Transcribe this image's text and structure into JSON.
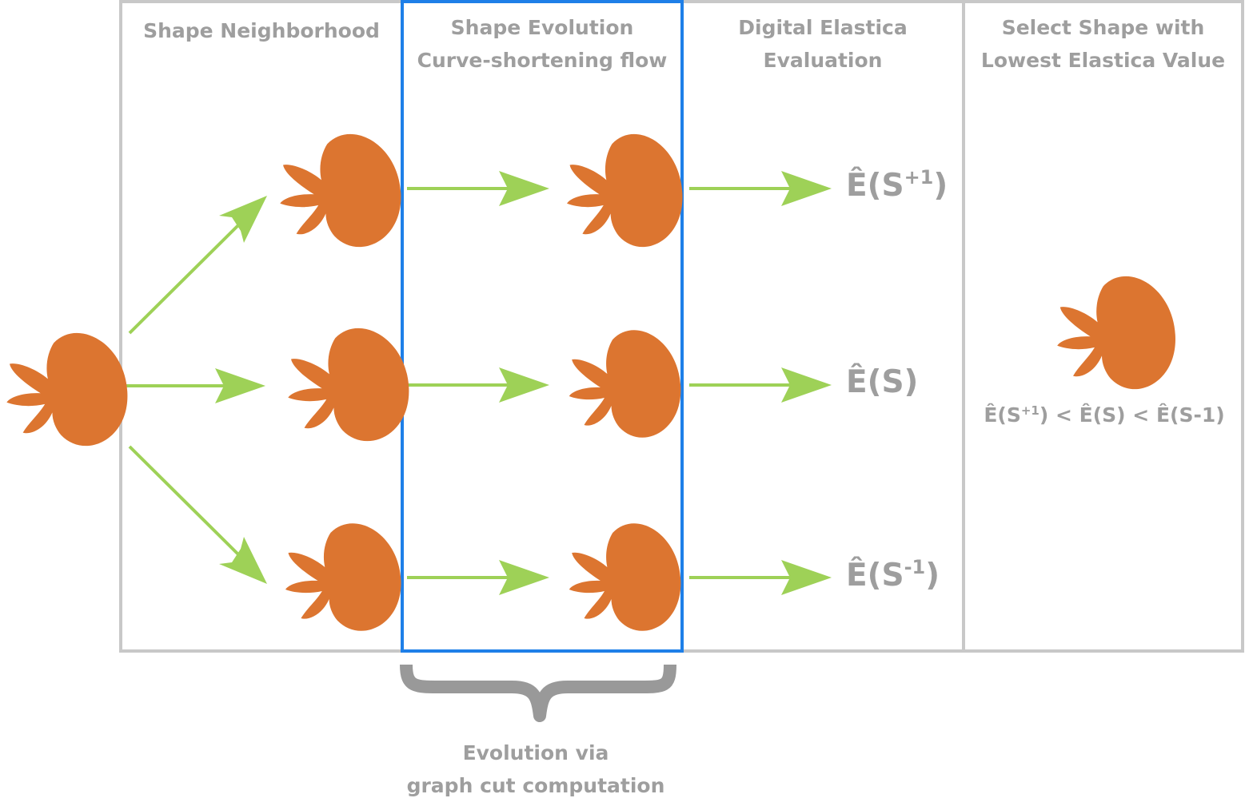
{
  "colors": {
    "panel_border": "#c8c8c8",
    "highlight_border": "#1e7fe8",
    "arrow": "#9ed157",
    "shape": "#dc7530",
    "text": "#9e9e9e",
    "brace": "#999999"
  },
  "panels": {
    "neighborhood": {
      "title": "Shape Neighborhood"
    },
    "evolution": {
      "title_line1": "Shape Evolution",
      "title_line2": "Curve-shortening flow"
    },
    "elastica": {
      "title_line1": "Digital Elastica",
      "title_line2": "Evaluation"
    },
    "select": {
      "title_line1": "Select Shape with",
      "title_line2": "Lowest Elastica Value"
    }
  },
  "energies": {
    "top": {
      "base": "Ê(S",
      "sup": "+1",
      "close": ")"
    },
    "middle": {
      "text": "Ê(S)"
    },
    "bottom": {
      "base": "Ê(S",
      "sup": "-1",
      "close": ")"
    }
  },
  "inequality": {
    "part1": "Ê(S",
    "sup1": "+1",
    "part2": ") < Ê(S) < Ê(S-1)"
  },
  "brace_caption": {
    "line1": "Evolution via",
    "line2": "graph cut computation"
  },
  "shapes": [
    "input-shape",
    "neighbor-plus",
    "neighbor-same",
    "neighbor-minus",
    "evolved-plus",
    "evolved-same",
    "evolved-minus",
    "selected-shape"
  ]
}
